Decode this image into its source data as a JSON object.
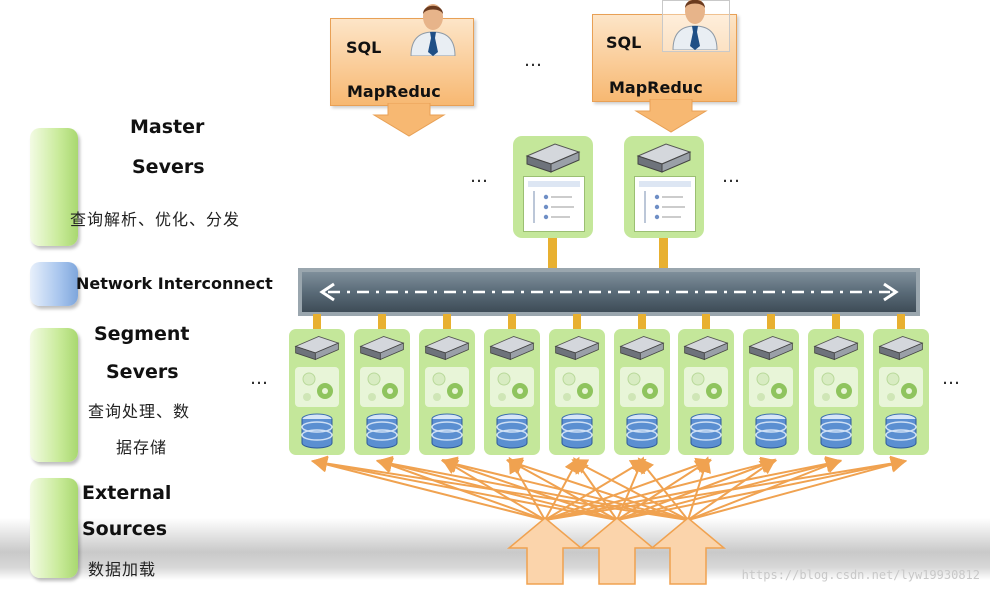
{
  "clients": [
    {
      "sql": "SQL",
      "mapreduce": "MapReduc"
    },
    {
      "sql": "SQL",
      "mapreduce": "MapReduc"
    }
  ],
  "ellipsis": "…",
  "tiers": {
    "master": {
      "title_line1": "Master",
      "title_line2": "Severs",
      "caption": "查询解析、优化、分发"
    },
    "network": {
      "title": "Network Interconnect"
    },
    "segment": {
      "title_line1": "Segment",
      "title_line2": "Severs",
      "caption_line1": "查询处理、数",
      "caption_line2": "据存储"
    },
    "external": {
      "title_line1": "External",
      "title_line2": "Sources",
      "caption": "数据加载"
    }
  },
  "segment_count": 10,
  "watermark": "https://blog.csdn.net/lyw19930812",
  "colors": {
    "client_fill": "#f7b872",
    "node_green": "#c4e79a",
    "interconnect": "#5a6b78",
    "connector": "#e8b030",
    "arrow_orange": "#f0a250"
  }
}
